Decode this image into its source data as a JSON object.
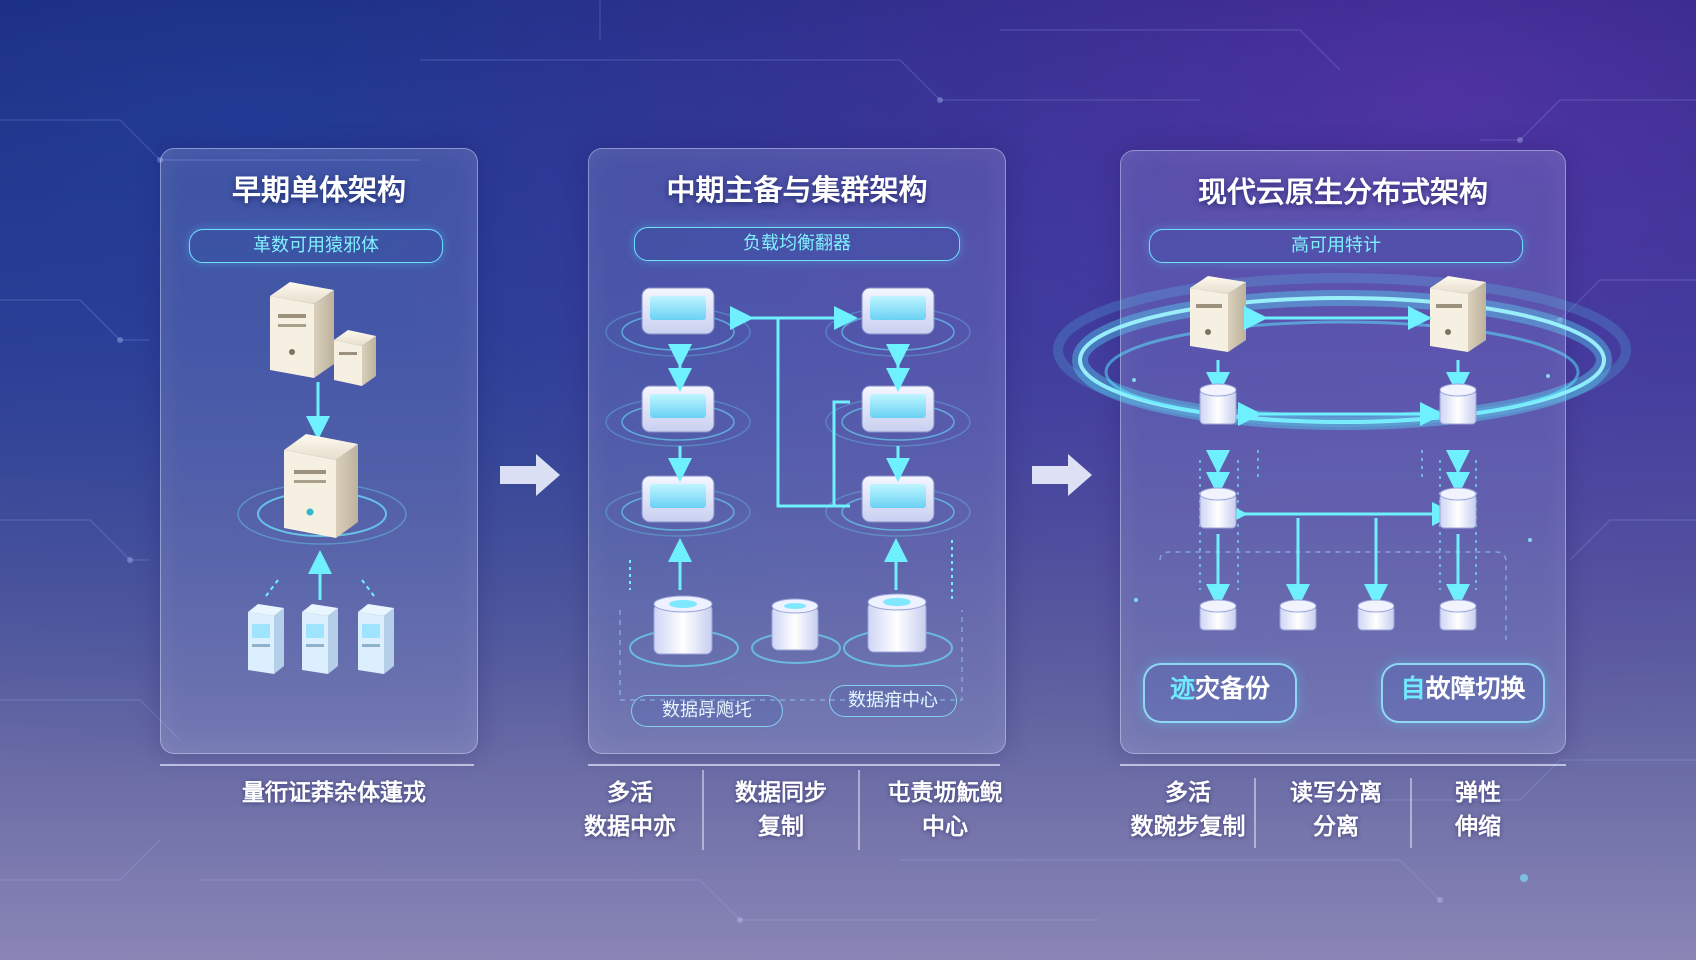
{
  "panels": [
    {
      "title": "早期单体架构",
      "label": "革数可用猿邪体",
      "caption": "量衎证莽杂体蓮戎"
    },
    {
      "title": "中期主备与集群架构",
      "label": "负载均衡翻器",
      "sub_labels": [
        "数据冔飑圫",
        "数据疳中心"
      ],
      "captions": [
        [
          "多活",
          "数据中亦"
        ],
        [
          "数据同步",
          "复制"
        ],
        [
          "屯责坜魭鲵",
          "中心"
        ]
      ]
    },
    {
      "title": "现代云原生分布式架构",
      "label": "高可用特计",
      "feature_left": {
        "prefix": "迹",
        "text": "灾备份"
      },
      "feature_right": {
        "prefix": "自",
        "text": "故障切换"
      },
      "captions": [
        [
          "多活",
          "数踠步复制"
        ],
        [
          "读写分离",
          "分离"
        ],
        [
          "弹性",
          "伸缩"
        ]
      ]
    }
  ],
  "colors": {
    "accent": "#6fe0ff",
    "server_body": "#f2ece0",
    "db_body": "#e9edff"
  }
}
